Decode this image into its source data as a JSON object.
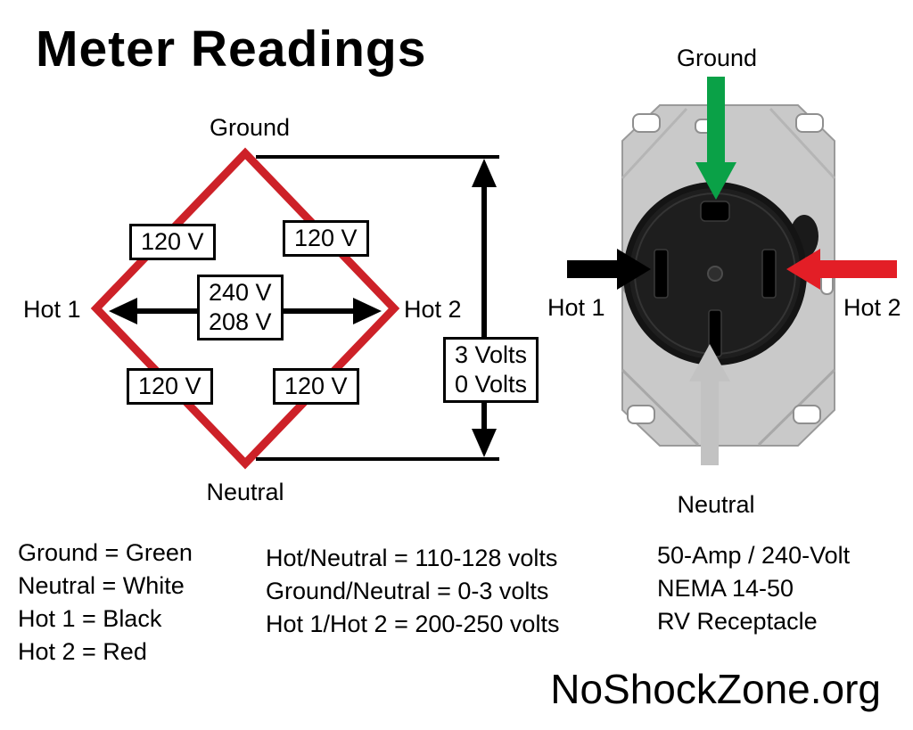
{
  "title": "Meter Readings",
  "diagram": {
    "corner_labels": {
      "top": "Ground",
      "bottom": "Neutral",
      "left": "Hot 1",
      "right": "Hot 2"
    },
    "edge_voltages": {
      "top_left": "120 V",
      "top_right": "120 V",
      "bottom_left": "120 V",
      "bottom_right": "120 V"
    },
    "center_voltage": {
      "line1": "240 V",
      "line2": "208 V"
    },
    "side_measure": {
      "line1": "3 Volts",
      "line2": "0 Volts"
    }
  },
  "receptacle": {
    "labels": {
      "top": "Ground",
      "left": "Hot 1",
      "right": "Hot 2",
      "bottom": "Neutral"
    }
  },
  "legend": {
    "wire_colors": [
      "Ground = Green",
      "Neutral = White",
      "Hot 1 = Black",
      "Hot 2 = Red"
    ],
    "voltage_ranges": [
      "Hot/Neutral = 110-128 volts",
      "Ground/Neutral = 0-3 volts",
      "Hot 1/Hot 2 = 200-250 volts"
    ],
    "receptacle_info": [
      "50-Amp / 240-Volt",
      "NEMA 14-50",
      "RV Receptacle"
    ]
  },
  "footer": {
    "site": "NoShockZone.org"
  },
  "colors": {
    "diamond_red": "#cd2128",
    "ground_green": "#0aa147",
    "hot2_red": "#e31e26",
    "neutral_gray": "#c2c2c2",
    "black": "#000000"
  }
}
